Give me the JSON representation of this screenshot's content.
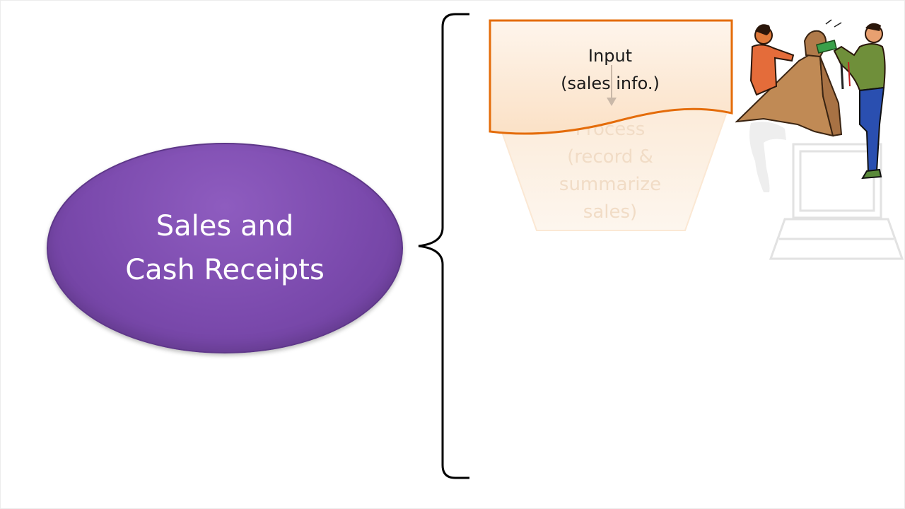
{
  "slide": {
    "topic": {
      "line1": "Sales and",
      "line2": "Cash Receipts",
      "fill_color": "#7b4aad"
    },
    "steps": [
      {
        "id": "input",
        "line1": "Input",
        "line2": "(sales info.)",
        "fill_color": "#fde9d4",
        "border_color": "#e46c0a"
      },
      {
        "id": "process",
        "line1": "Process",
        "line2": "(record &",
        "line3": "summarize",
        "line4": "sales)",
        "fill_color": "#fdf3ea"
      }
    ],
    "icons": [
      "curly-brace",
      "down-arrow-icon",
      "sales-transaction-clipart",
      "computer-clipart"
    ]
  }
}
